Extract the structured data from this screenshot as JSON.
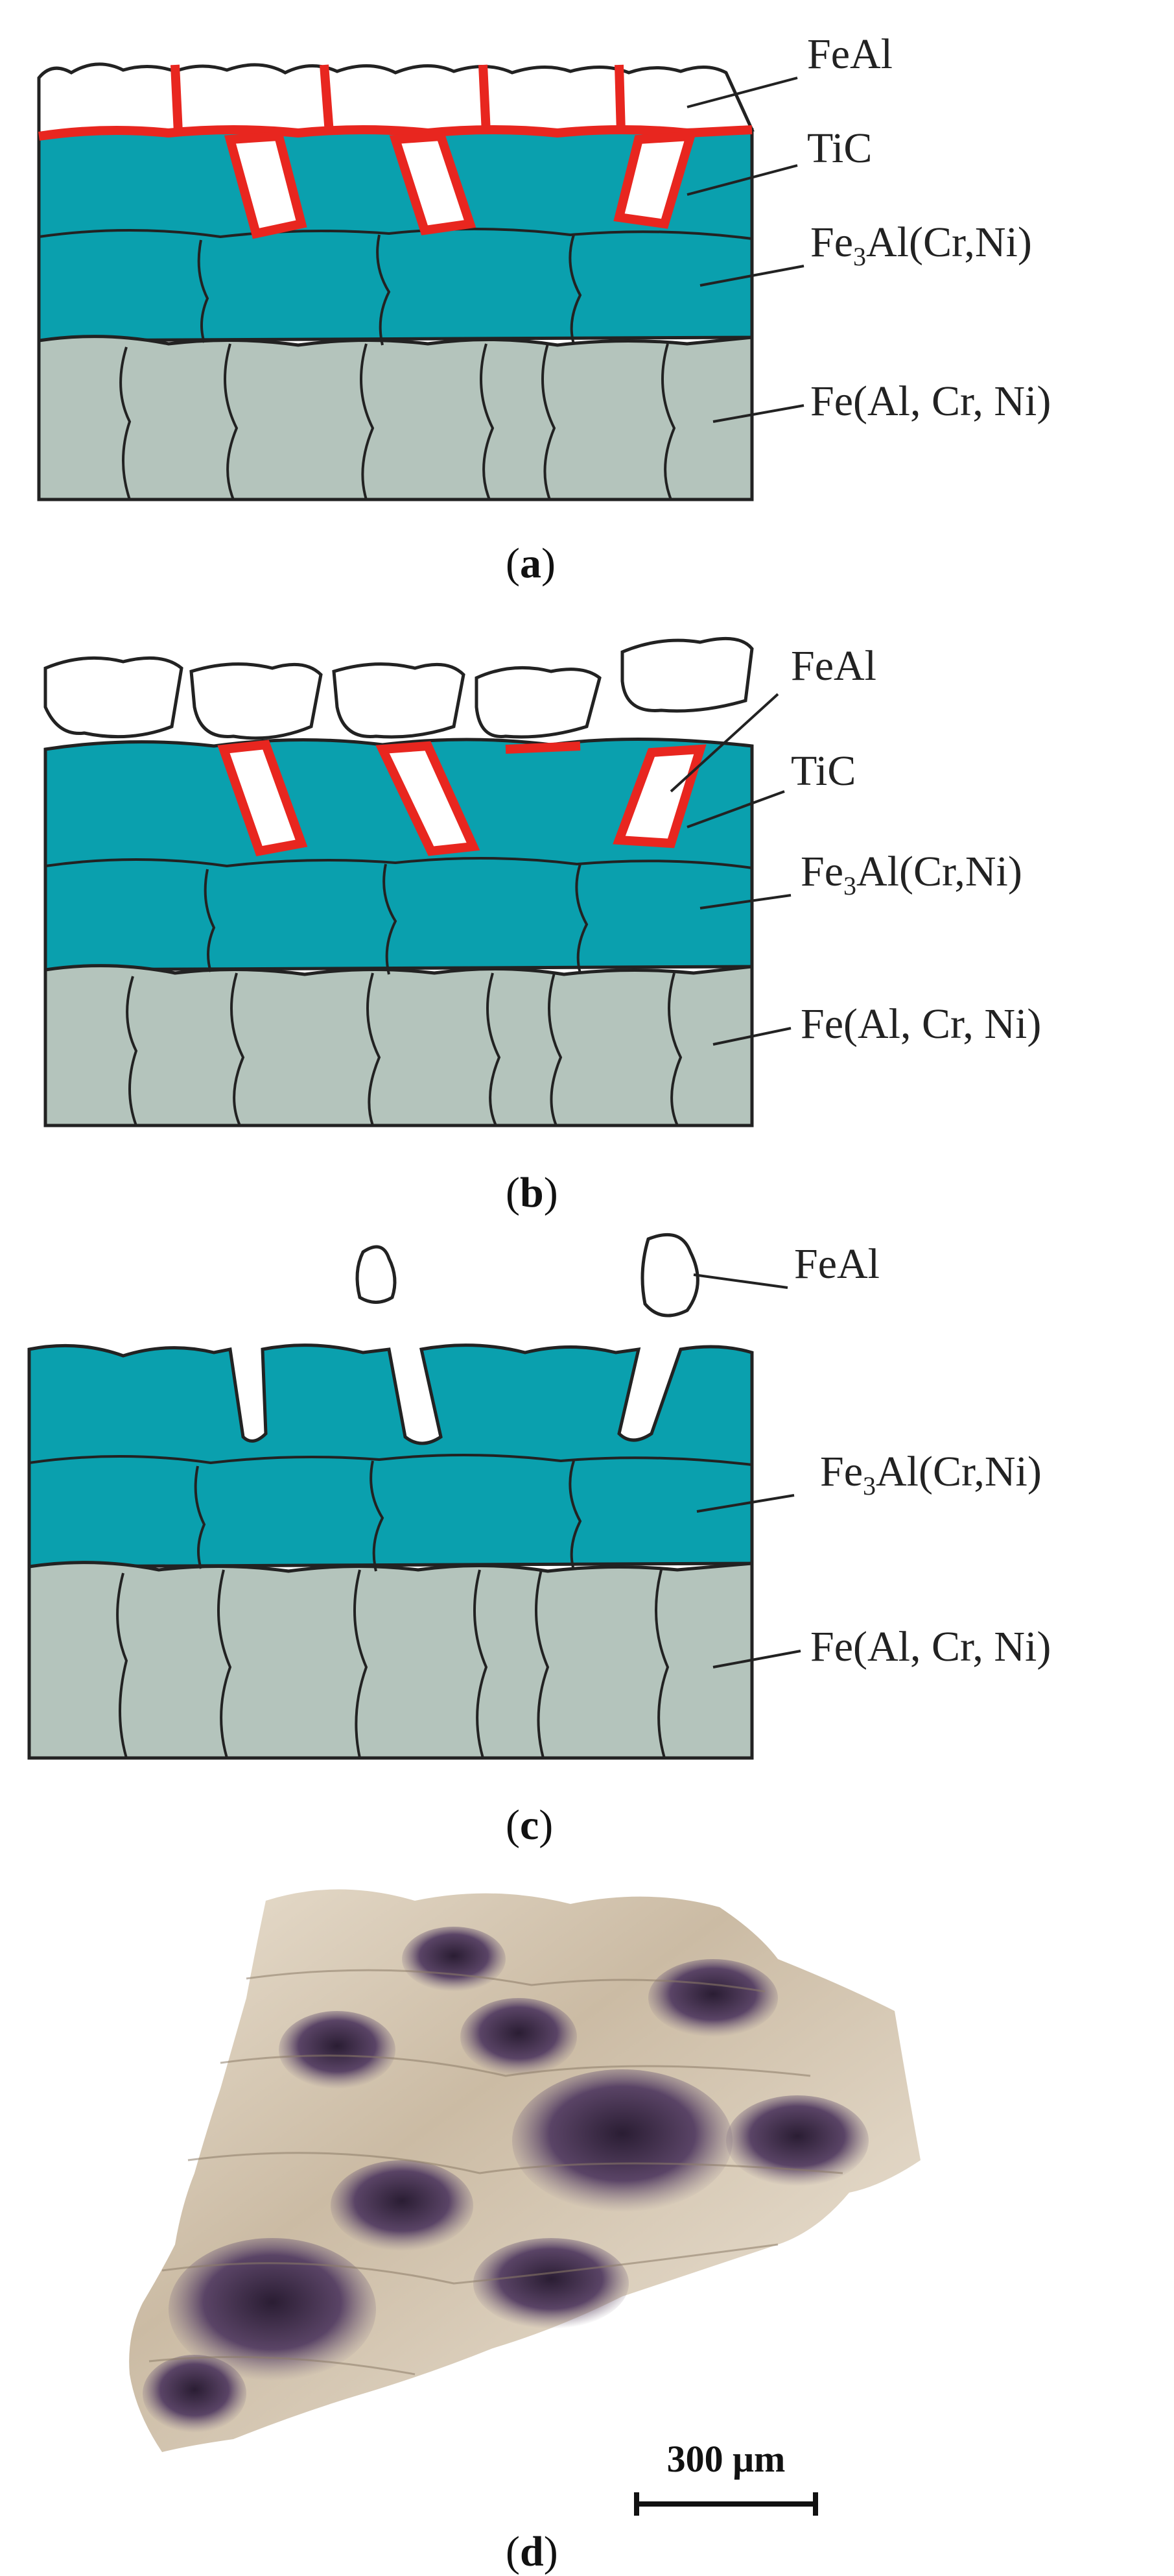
{
  "panels": [
    {
      "id": "a",
      "caption_letter": "a",
      "labels": {
        "feal": "FeAl",
        "tic": "TiC",
        "fe3al_prefix": "Fe",
        "fe3al_sub": "3",
        "fe3al_suffix": "Al(Cr,Ni)",
        "fe": "Fe(Al, Cr, Ni)"
      }
    },
    {
      "id": "b",
      "caption_letter": "b",
      "labels": {
        "feal": "FeAl",
        "tic": "TiC",
        "fe3al_prefix": "Fe",
        "fe3al_sub": "3",
        "fe3al_suffix": "Al(Cr,Ni)",
        "fe": "Fe(Al, Cr, Ni)"
      }
    },
    {
      "id": "c",
      "caption_letter": "c",
      "labels": {
        "feal": "FeAl",
        "fe3al_prefix": "Fe",
        "fe3al_sub": "3",
        "fe3al_suffix": "Al(Cr,Ni)",
        "fe": "Fe(Al, Cr, Ni)"
      }
    },
    {
      "id": "d",
      "caption_letter": "d",
      "scale_bar": "300 μm"
    }
  ],
  "colors": {
    "teal": "#0aa0ae",
    "sage": "#b4c4bc",
    "red": "#e8261f",
    "outline": "#222222"
  }
}
